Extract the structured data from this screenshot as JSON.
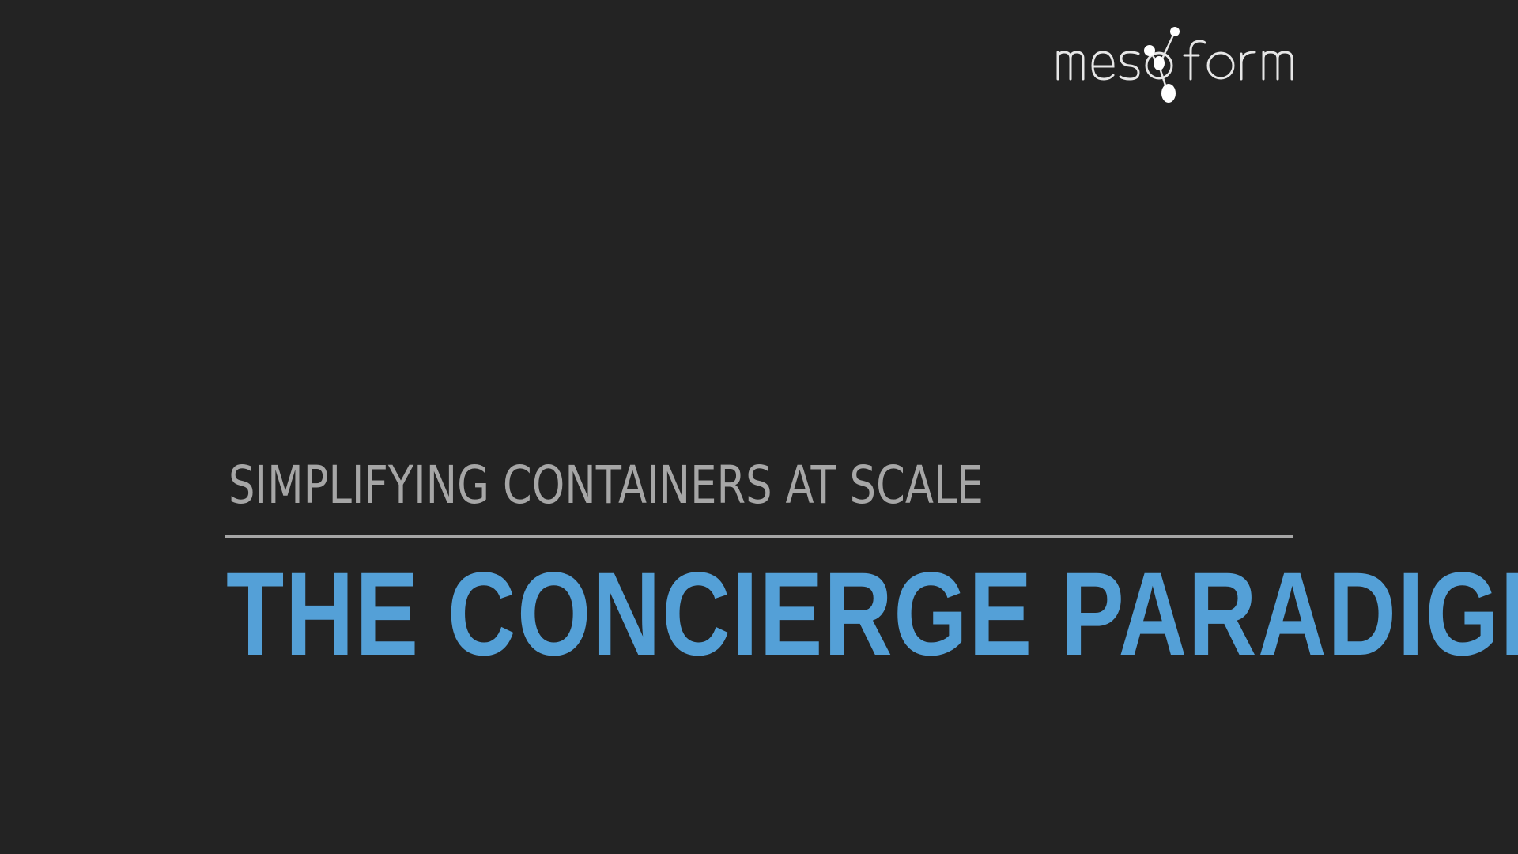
{
  "slide": {
    "logo_text": "mesoform",
    "subtitle": "SIMPLIFYING CONTAINERS AT SCALE",
    "title": "THE CONCIERGE PARADIGM"
  },
  "colors": {
    "background": "#232323",
    "subtitle": "#a6a6a6",
    "rule": "#a6a6a6",
    "title": "#54a0d7",
    "logo": "#e6e6e6"
  }
}
